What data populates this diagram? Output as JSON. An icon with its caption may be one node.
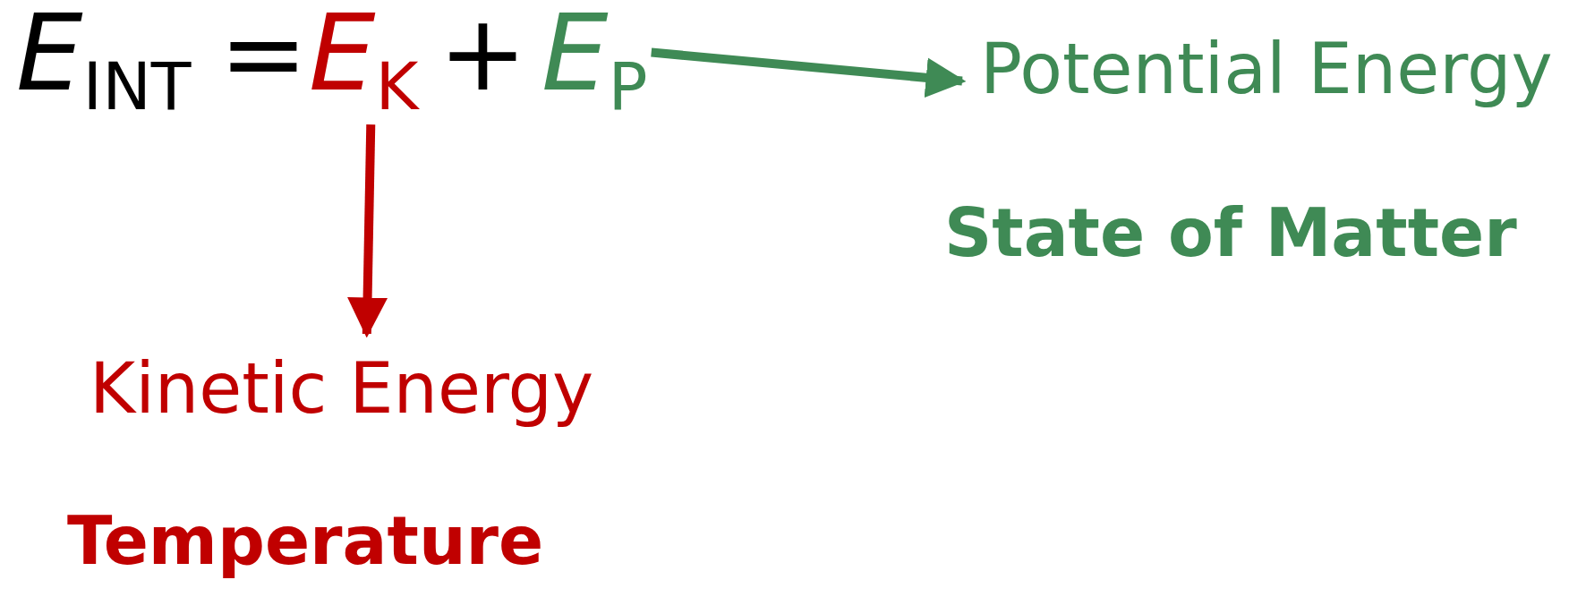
{
  "diagram": {
    "nodes": [
      {
        "text": [
          "*E*$_{K}$"
        ]
      },
      {
        "text": [
          "*E*$_{P}$"
        ]
      },
      {
        "text": [
          "Potential Energy"
        ],
        "beside": [
          "State of Matter"
        ]
      },
      {
        "text": [
          "Kinetic Energy"
        ],
        "beside": [
          "Temperature"
        ]
      }
    ],
    "edges": [
      {
        "from": 0,
        "to": 3,
        "arrow": "to",
        "color": "#c00000"
      },
      {
        "from": 1,
        "to": 2,
        "arrow": "to",
        "color": "#3f8a55"
      }
    ],
    "labels": [
      "*E*$_{INT}$",
      "=",
      "+"
    ]
  }
}
